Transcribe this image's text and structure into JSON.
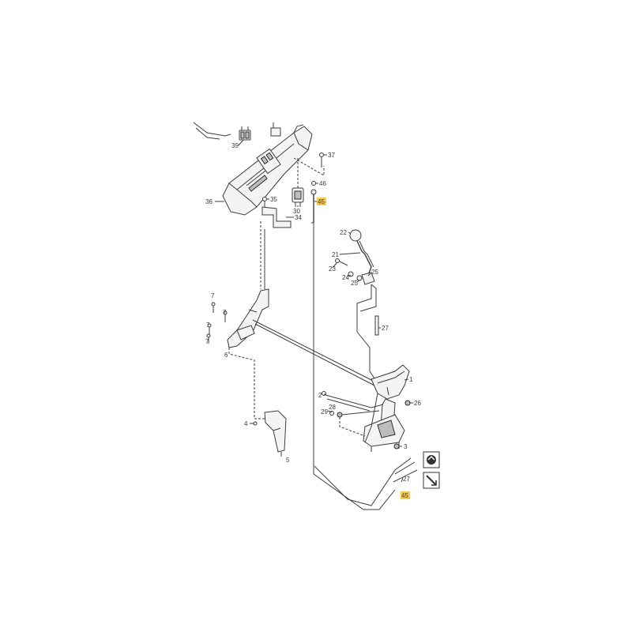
{
  "callouts": [
    {
      "id": "c39",
      "label": "39"
    },
    {
      "id": "c37",
      "label": "37"
    },
    {
      "id": "c46",
      "label": "46"
    },
    {
      "id": "c45a",
      "label": "45"
    },
    {
      "id": "c36",
      "label": "36"
    },
    {
      "id": "c35",
      "label": "35"
    },
    {
      "id": "c34",
      "label": "34"
    },
    {
      "id": "c30",
      "label": "30"
    },
    {
      "id": "c22",
      "label": "22"
    },
    {
      "id": "c21",
      "label": "21"
    },
    {
      "id": "c23",
      "label": "23"
    },
    {
      "id": "c24",
      "label": "24"
    },
    {
      "id": "c25a",
      "label": "25"
    },
    {
      "id": "c25b",
      "label": "25"
    },
    {
      "id": "c7a",
      "label": "7"
    },
    {
      "id": "c7b",
      "label": "7"
    },
    {
      "id": "c7c",
      "label": "7"
    },
    {
      "id": "c7d",
      "label": "7"
    },
    {
      "id": "c6",
      "label": "6"
    },
    {
      "id": "c27a",
      "label": "27"
    },
    {
      "id": "c1",
      "label": "1"
    },
    {
      "id": "c2",
      "label": "2"
    },
    {
      "id": "c26",
      "label": "26"
    },
    {
      "id": "c28",
      "label": "28"
    },
    {
      "id": "c29",
      "label": "29"
    },
    {
      "id": "c3",
      "label": "3"
    },
    {
      "id": "c4",
      "label": "4"
    },
    {
      "id": "c5",
      "label": "5"
    },
    {
      "id": "c27b",
      "label": "27"
    },
    {
      "id": "c45b",
      "label": "45"
    }
  ],
  "highlight_color": "#f7c84a",
  "icons": [
    "cable-tie-icon",
    "cable-routing-icon"
  ]
}
